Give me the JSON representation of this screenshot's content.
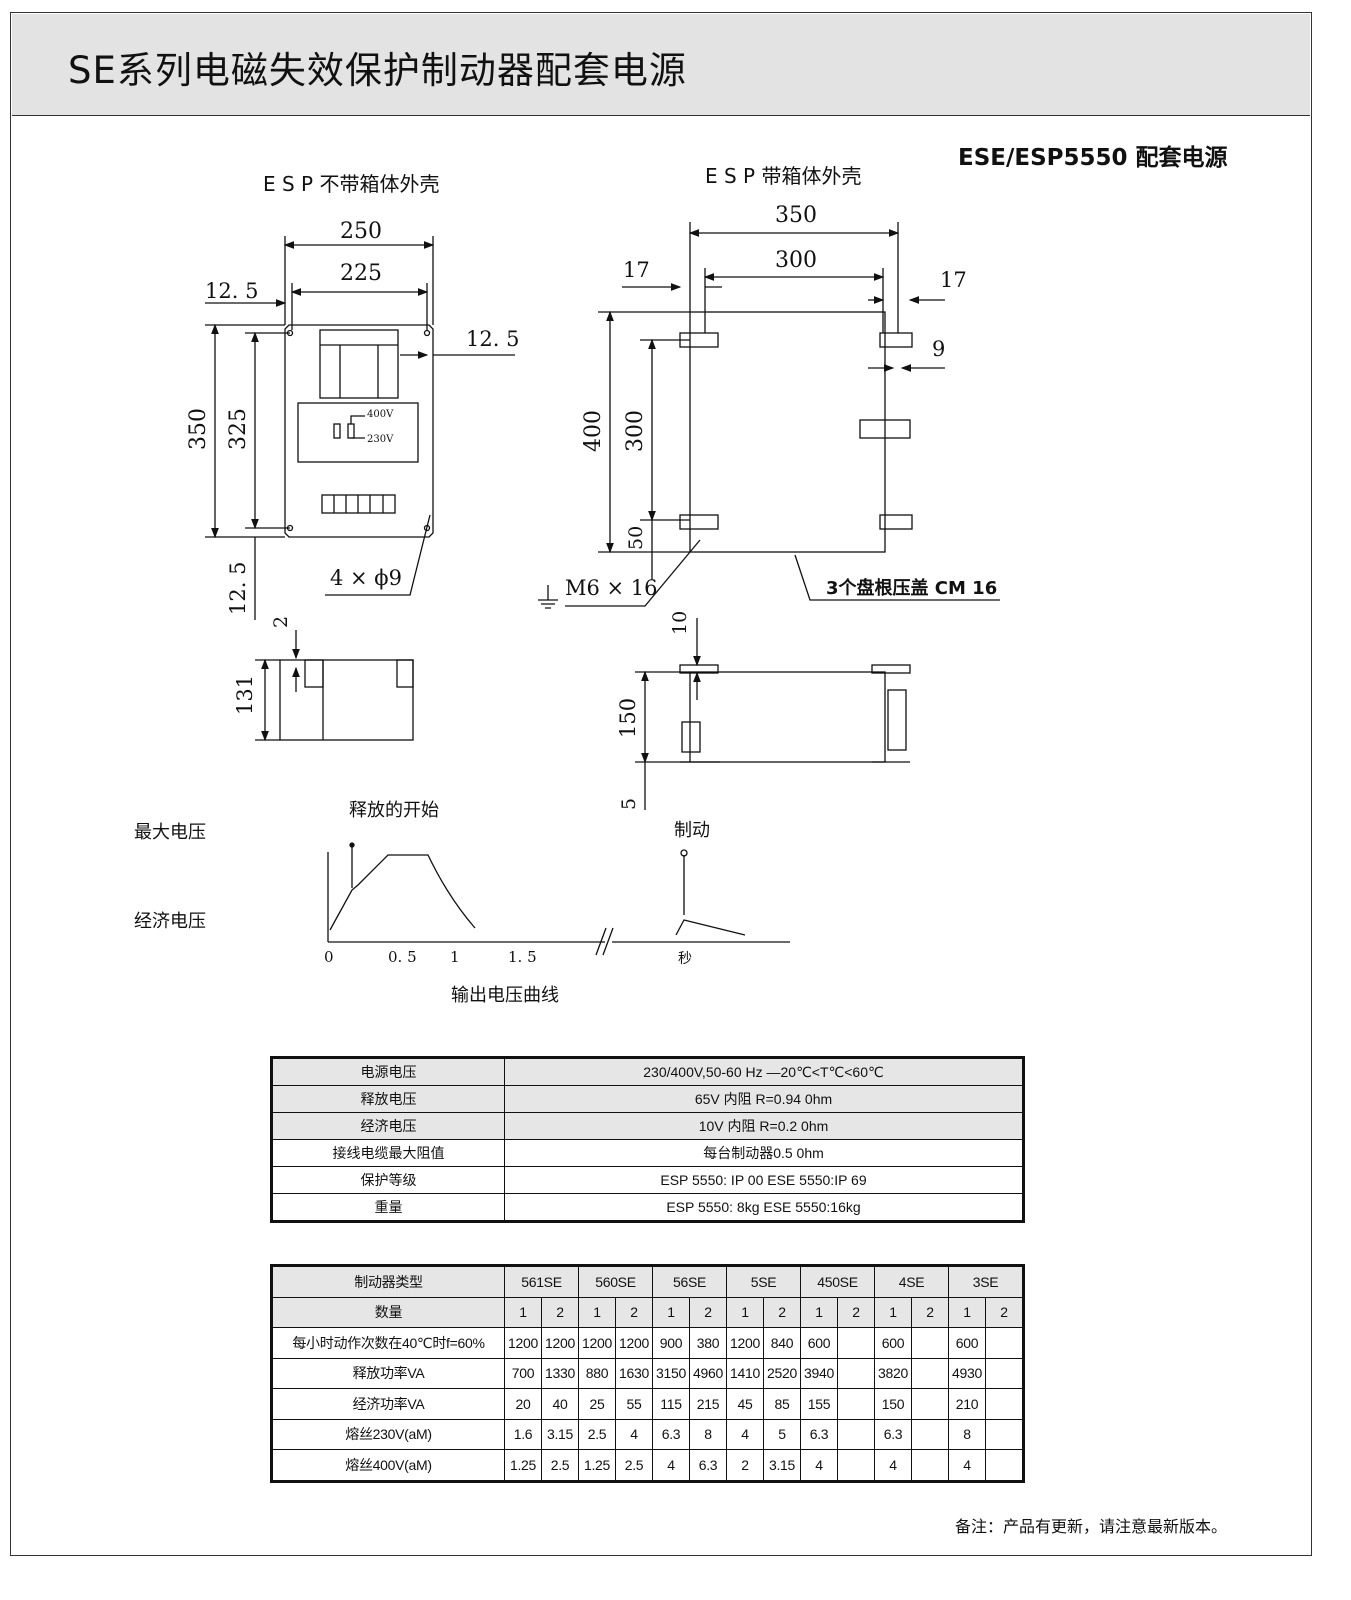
{
  "header": {
    "title": "SE系列电磁失效保护制动器配套电源"
  },
  "subtitle": "ESE/ESP5550 配套电源",
  "drawing_left": {
    "title": "E S P 不带箱体外壳",
    "dims": {
      "w250": "250",
      "w225": "225",
      "m12_5_left": "12. 5",
      "m12_5_right": "12. 5",
      "h350": "350",
      "h325": "325",
      "holes": "4 × ϕ9",
      "m12_5_bottom": "12. 5",
      "d2": "2",
      "h131": "131",
      "v400": "400V",
      "v230": "230V"
    }
  },
  "drawing_right": {
    "title": "E S P 带箱体外壳",
    "dims": {
      "w350": "350",
      "w300": "300",
      "d17_left": "17",
      "d17_right": "17",
      "d9": "9",
      "h400": "400",
      "h300": "300",
      "d50": "50",
      "screw": "M6 × 16",
      "gland": "3个盘根压盖 CM 16",
      "d10": "10",
      "h150": "150",
      "d5": "5"
    }
  },
  "curve": {
    "caption": "输出电压曲线",
    "max_voltage": "最大电压",
    "econ_voltage": "经济电压",
    "release_start": "释放的开始",
    "braking": "制动",
    "ticks": [
      "0",
      "0. 5",
      "1",
      "1. 5"
    ],
    "unit": "秒"
  },
  "spec_table": {
    "rows": [
      {
        "k": "电源电压",
        "v": "230/400V,50-60  Hz   —20℃<T℃<60℃"
      },
      {
        "k": "释放电压",
        "v": "65V   内阻 R=0.94 0hm"
      },
      {
        "k": "经济电压",
        "v": "10V   内阻 R=0.2   0hm"
      },
      {
        "k": "接线电缆最大阻值",
        "v": "每台制动器0.5  0hm"
      },
      {
        "k": "保护等级",
        "v": "ESP  5550: IP  00   ESE  5550:IP  69"
      },
      {
        "k": "重量",
        "v": "ESP  5550: 8kg  ESE  5550:16kg"
      }
    ]
  },
  "brake_table": {
    "type_label": "制动器类型",
    "types": [
      "561SE",
      "560SE",
      "56SE",
      "5SE",
      "450SE",
      "4SE",
      "3SE"
    ],
    "qty_label": "数量",
    "qty": [
      "1",
      "2",
      "1",
      "2",
      "1",
      "2",
      "1",
      "2",
      "1",
      "2",
      "1",
      "2",
      "1",
      "2"
    ],
    "rows": [
      {
        "k": "每小时动作次数在40℃时f=60%",
        "v": [
          "1200",
          "1200",
          "1200",
          "1200",
          "900",
          "380",
          "1200",
          "840",
          "600",
          "",
          "600",
          "",
          "600",
          ""
        ]
      },
      {
        "k": "释放功率VA",
        "v": [
          "700",
          "1330",
          "880",
          "1630",
          "3150",
          "4960",
          "1410",
          "2520",
          "3940",
          "",
          "3820",
          "",
          "4930",
          ""
        ]
      },
      {
        "k": "经济功率VA",
        "v": [
          "20",
          "40",
          "25",
          "55",
          "115",
          "215",
          "45",
          "85",
          "155",
          "",
          "150",
          "",
          "210",
          ""
        ]
      },
      {
        "k": "熔丝230V(aM)",
        "v": [
          "1.6",
          "3.15",
          "2.5",
          "4",
          "6.3",
          "8",
          "4",
          "5",
          "6.3",
          "",
          "6.3",
          "",
          "8",
          ""
        ]
      },
      {
        "k": "熔丝400V(aM)",
        "v": [
          "1.25",
          "2.5",
          "1.25",
          "2.5",
          "4",
          "6.3",
          "2",
          "3.15",
          "4",
          "",
          "4",
          "",
          "4",
          ""
        ]
      }
    ]
  },
  "note": "备注：产品有更新，请注意最新版本。"
}
